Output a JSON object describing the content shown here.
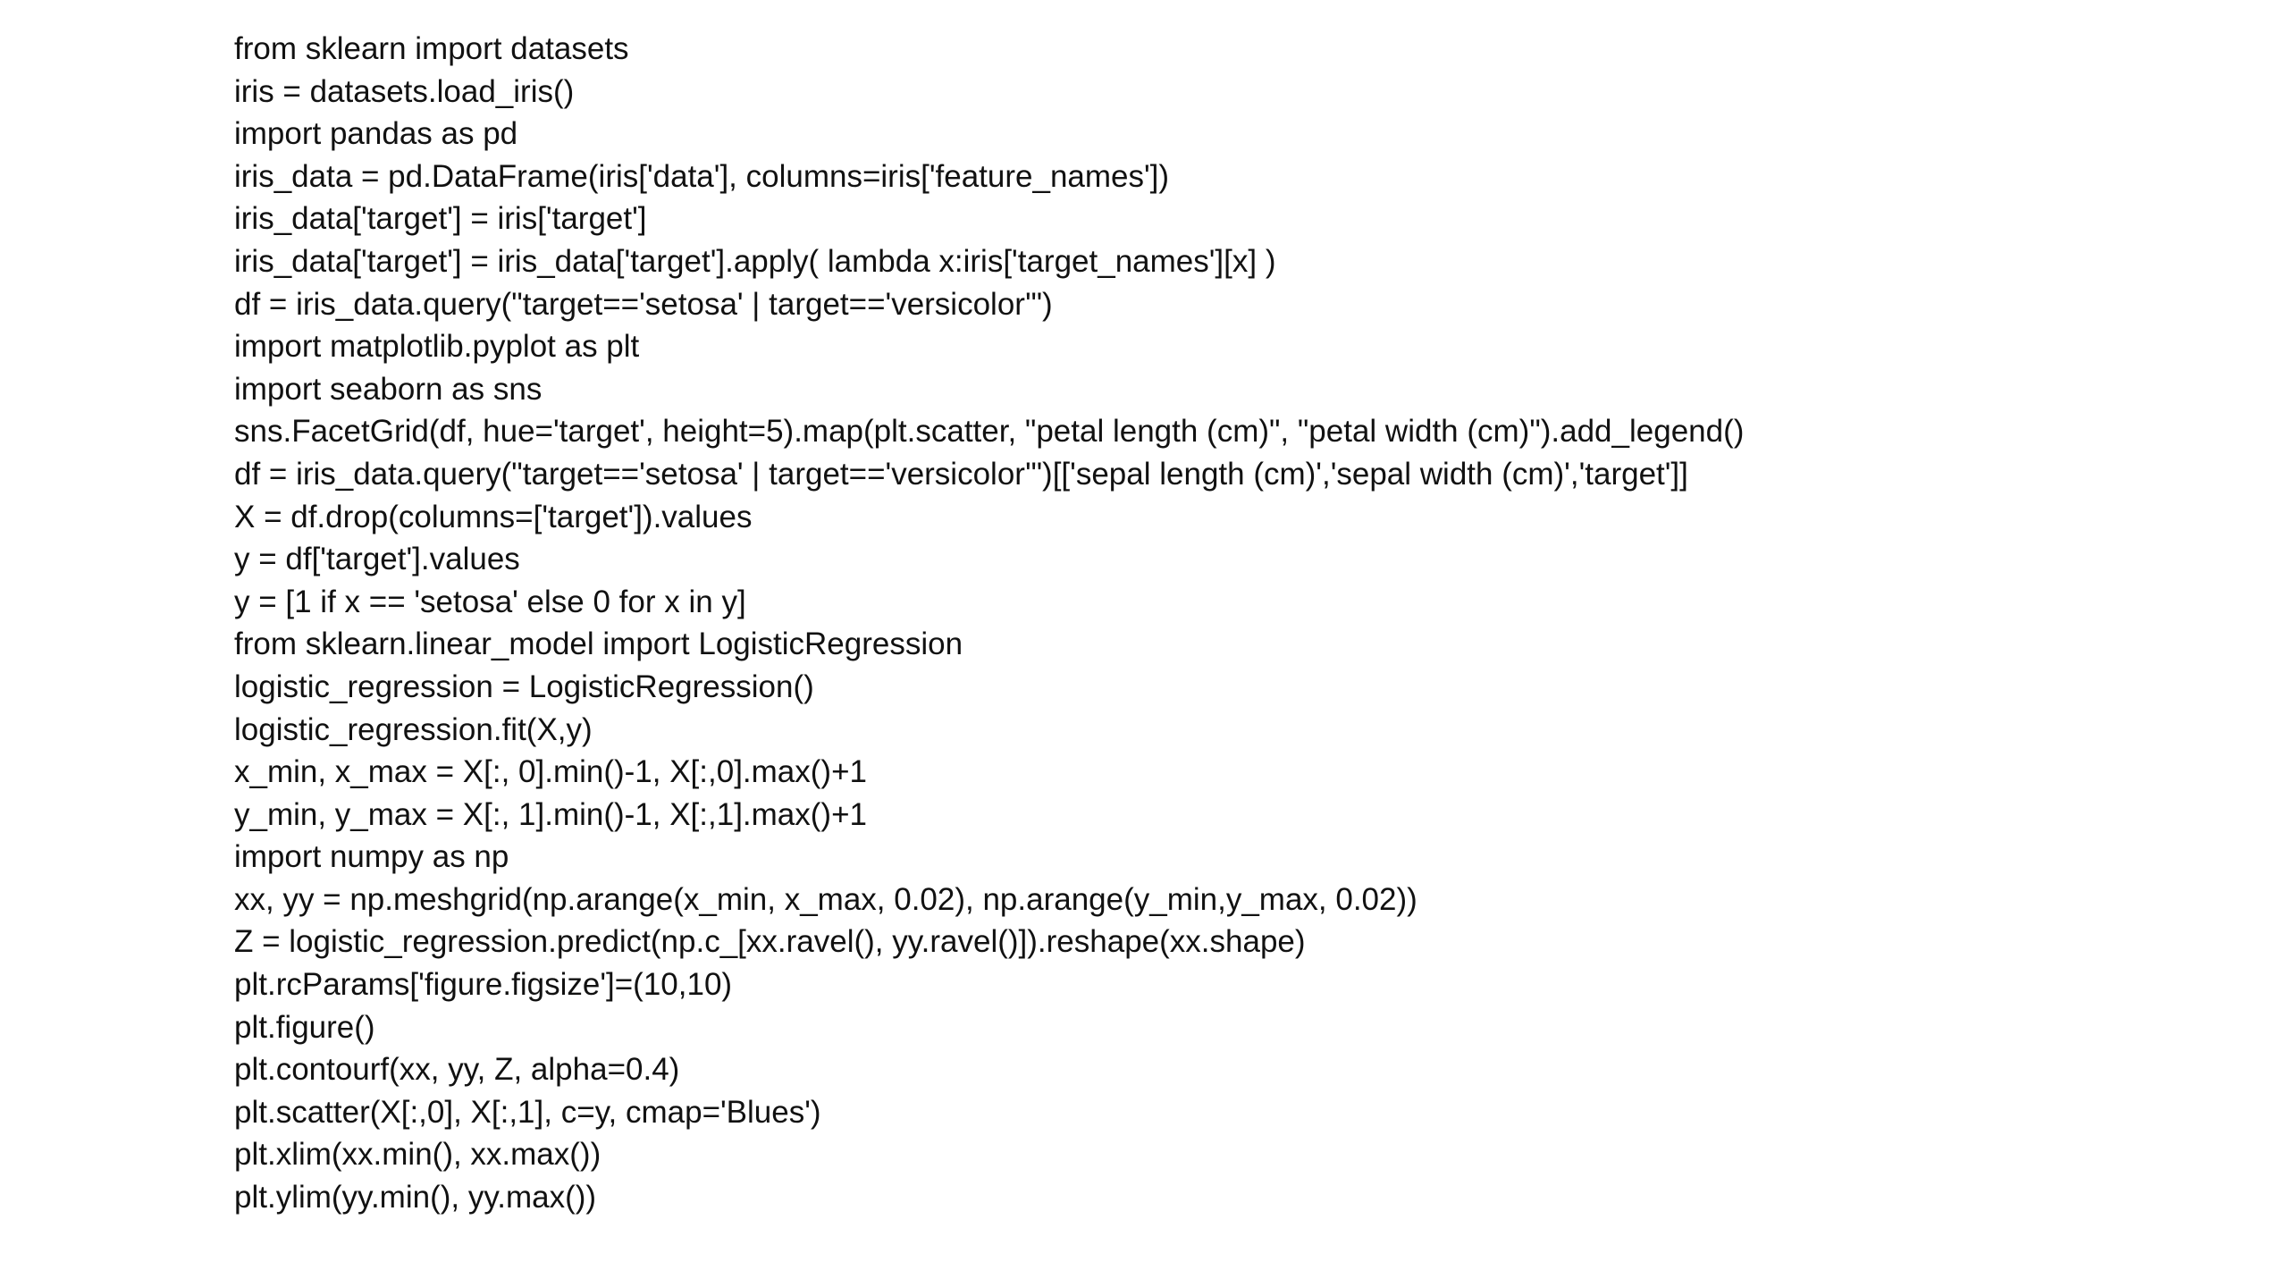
{
  "lines": [
    "from sklearn import datasets",
    "iris = datasets.load_iris()",
    "import pandas as pd",
    "iris_data = pd.DataFrame(iris['data'], columns=iris['feature_names'])",
    "iris_data['target'] = iris['target']",
    "iris_data['target'] = iris_data['target'].apply( lambda x:iris['target_names'][x] )",
    "df = iris_data.query(\"target=='setosa' | target=='versicolor'\")",
    "import matplotlib.pyplot as plt",
    "import seaborn as sns",
    "sns.FacetGrid(df, hue='target', height=5).map(plt.scatter, \"petal length (cm)\", \"petal width (cm)\").add_legend()",
    "df = iris_data.query(\"target=='setosa' | target=='versicolor'\")[['sepal length (cm)','sepal width (cm)','target']]",
    "X = df.drop(columns=['target']).values",
    "y = df['target'].values",
    "y = [1 if x == 'setosa' else 0 for x in y]",
    "from sklearn.linear_model import LogisticRegression",
    "logistic_regression = LogisticRegression()",
    "logistic_regression.fit(X,y)",
    "x_min, x_max = X[:, 0].min()-1, X[:,0].max()+1",
    "y_min, y_max = X[:, 1].min()-1, X[:,1].max()+1",
    "import numpy as np",
    "xx, yy = np.meshgrid(np.arange(x_min, x_max, 0.02), np.arange(y_min,y_max, 0.02))",
    "Z = logistic_regression.predict(np.c_[xx.ravel(), yy.ravel()]).reshape(xx.shape)",
    "plt.rcParams['figure.figsize']=(10,10)",
    "plt.figure()",
    "plt.contourf(xx, yy, Z, alpha=0.4)",
    "plt.scatter(X[:,0], X[:,1], c=y, cmap='Blues')",
    "plt.xlim(xx.min(), xx.max())",
    "plt.ylim(yy.min(), yy.max())"
  ]
}
